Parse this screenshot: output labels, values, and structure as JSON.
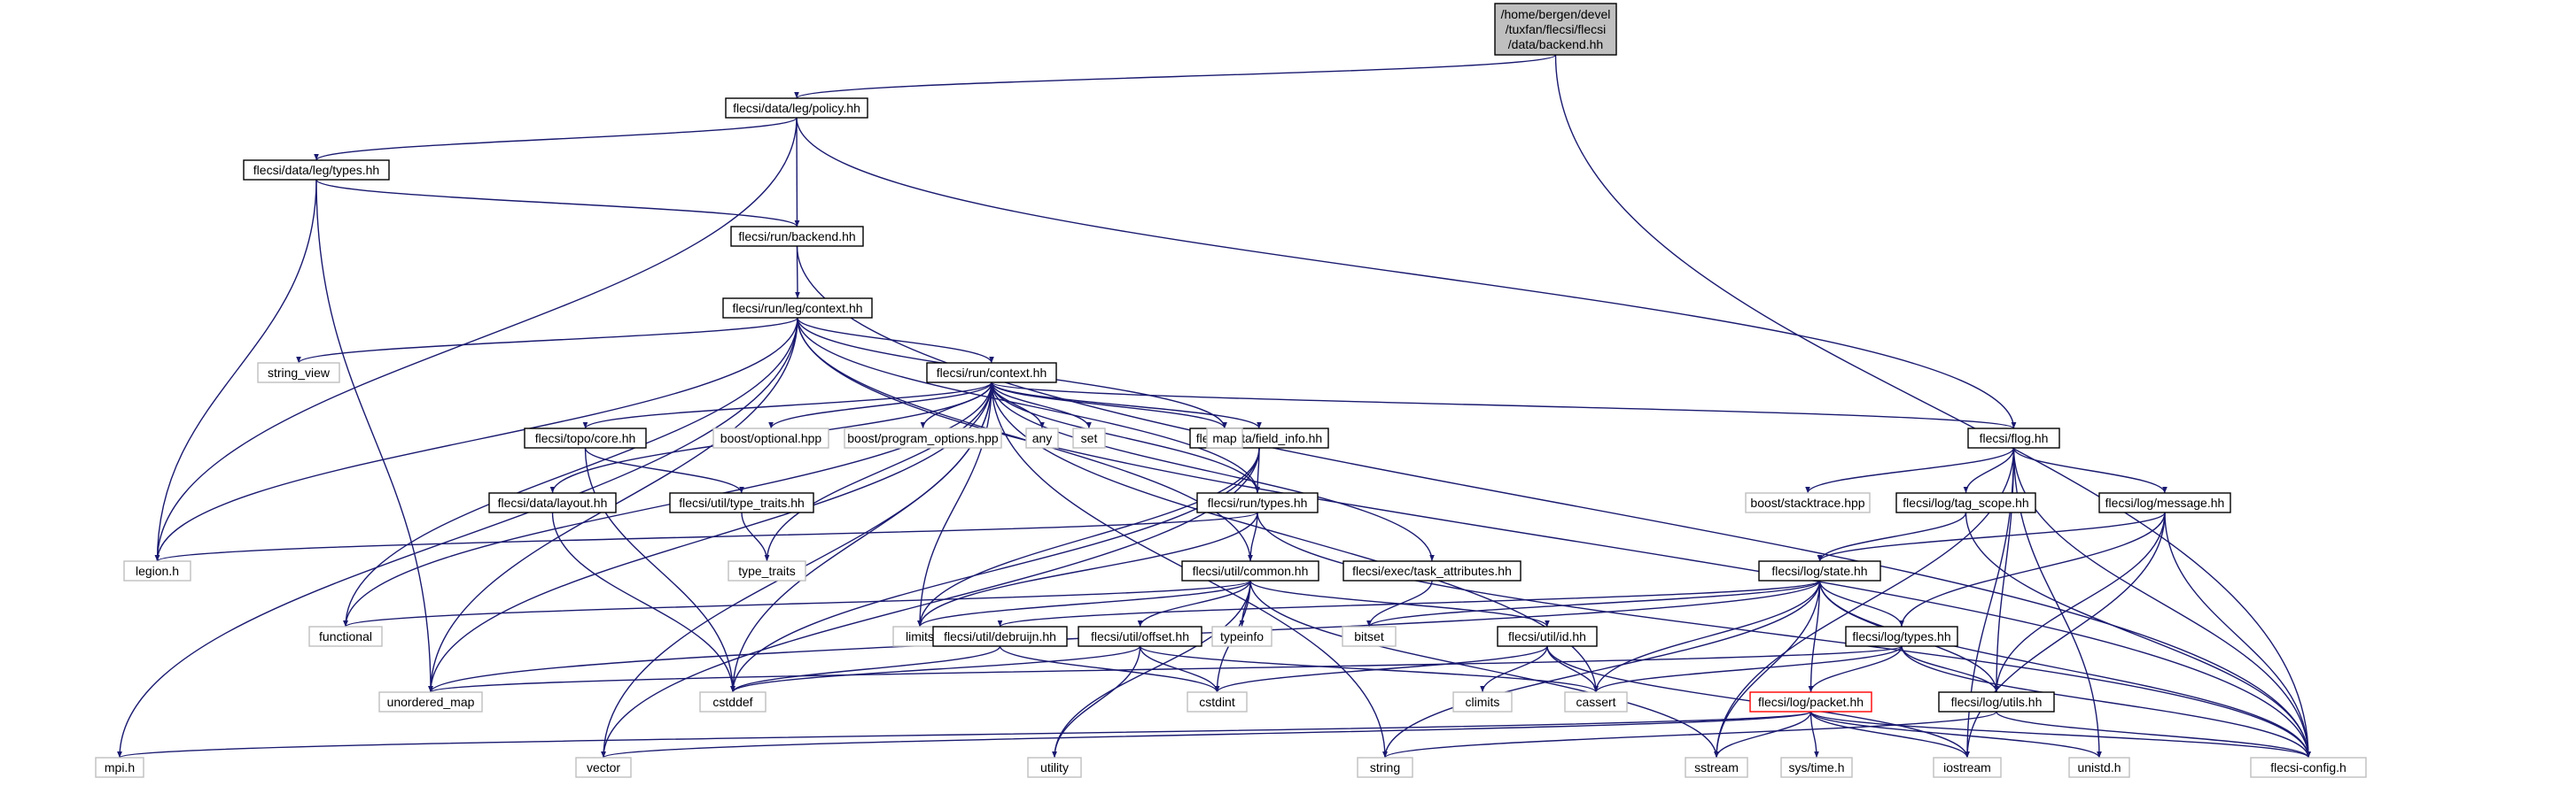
{
  "colors": {
    "edge": "#191970",
    "local_border": "#000000",
    "system_border": "#bfbfbf",
    "root_fill": "#bfbfbf",
    "truncated_border": "#ff0000"
  },
  "nodes": [
    {
      "id": "root",
      "lines": [
        "/home/bergen/devel",
        "/tuxfan/flecsi/flecsi",
        "/data/backend.hh"
      ],
      "kind": "root"
    },
    {
      "id": "leg_policy",
      "lines": [
        "flecsi/data/leg/policy.hh"
      ],
      "kind": "local"
    },
    {
      "id": "leg_types",
      "lines": [
        "flecsi/data/leg/types.hh"
      ],
      "kind": "local"
    },
    {
      "id": "run_backend",
      "lines": [
        "flecsi/run/backend.hh"
      ],
      "kind": "local"
    },
    {
      "id": "run_leg_context",
      "lines": [
        "flecsi/run/leg/context.hh"
      ],
      "kind": "local"
    },
    {
      "id": "string_view",
      "lines": [
        "string_view"
      ],
      "kind": "system"
    },
    {
      "id": "run_context",
      "lines": [
        "flecsi/run/context.hh"
      ],
      "kind": "local"
    },
    {
      "id": "topo_core",
      "lines": [
        "flecsi/topo/core.hh"
      ],
      "kind": "local"
    },
    {
      "id": "boost_optional",
      "lines": [
        "boost/optional.hpp"
      ],
      "kind": "system"
    },
    {
      "id": "boost_program_options",
      "lines": [
        "boost/program_options.hpp"
      ],
      "kind": "system"
    },
    {
      "id": "any",
      "lines": [
        "any"
      ],
      "kind": "system"
    },
    {
      "id": "set",
      "lines": [
        "set"
      ],
      "kind": "system"
    },
    {
      "id": "field_info",
      "lines": [
        "flecsi/data/field_info.hh"
      ],
      "kind": "local"
    },
    {
      "id": "map",
      "lines": [
        "map"
      ],
      "kind": "system"
    },
    {
      "id": "flog",
      "lines": [
        "flecsi/flog.hh"
      ],
      "kind": "local"
    },
    {
      "id": "data_layout",
      "lines": [
        "flecsi/data/layout.hh"
      ],
      "kind": "local"
    },
    {
      "id": "type_traits_hh",
      "lines": [
        "flecsi/util/type_traits.hh"
      ],
      "kind": "local"
    },
    {
      "id": "run_types",
      "lines": [
        "flecsi/run/types.hh"
      ],
      "kind": "local"
    },
    {
      "id": "boost_stacktrace",
      "lines": [
        "boost/stacktrace.hpp"
      ],
      "kind": "system"
    },
    {
      "id": "tag_scope",
      "lines": [
        "flecsi/log/tag_scope.hh"
      ],
      "kind": "local"
    },
    {
      "id": "log_message",
      "lines": [
        "flecsi/log/message.hh"
      ],
      "kind": "local"
    },
    {
      "id": "legion_h",
      "lines": [
        "legion.h"
      ],
      "kind": "system"
    },
    {
      "id": "type_traits",
      "lines": [
        "type_traits"
      ],
      "kind": "system"
    },
    {
      "id": "util_common",
      "lines": [
        "flecsi/util/common.hh"
      ],
      "kind": "local"
    },
    {
      "id": "task_attributes",
      "lines": [
        "flecsi/exec/task_attributes.hh"
      ],
      "kind": "local"
    },
    {
      "id": "log_state",
      "lines": [
        "flecsi/log/state.hh"
      ],
      "kind": "local"
    },
    {
      "id": "functional",
      "lines": [
        "functional"
      ],
      "kind": "system"
    },
    {
      "id": "limits",
      "lines": [
        "limits"
      ],
      "kind": "system"
    },
    {
      "id": "typeinfo",
      "lines": [
        "typeinfo"
      ],
      "kind": "system"
    },
    {
      "id": "bitset",
      "lines": [
        "bitset"
      ],
      "kind": "system"
    },
    {
      "id": "debruijn",
      "lines": [
        "flecsi/util/debruijn.hh"
      ],
      "kind": "local"
    },
    {
      "id": "util_offset",
      "lines": [
        "flecsi/util/offset.hh"
      ],
      "kind": "local"
    },
    {
      "id": "util_id",
      "lines": [
        "flecsi/util/id.hh"
      ],
      "kind": "local"
    },
    {
      "id": "log_types",
      "lines": [
        "flecsi/log/types.hh"
      ],
      "kind": "local"
    },
    {
      "id": "unordered_map",
      "lines": [
        "unordered_map"
      ],
      "kind": "system"
    },
    {
      "id": "cstddef",
      "lines": [
        "cstddef"
      ],
      "kind": "system"
    },
    {
      "id": "cstdint",
      "lines": [
        "cstdint"
      ],
      "kind": "system"
    },
    {
      "id": "climits",
      "lines": [
        "climits"
      ],
      "kind": "system"
    },
    {
      "id": "cassert",
      "lines": [
        "cassert"
      ],
      "kind": "system"
    },
    {
      "id": "utility",
      "lines": [
        "utility"
      ],
      "kind": "system"
    },
    {
      "id": "log_packet",
      "lines": [
        "flecsi/log/packet.hh"
      ],
      "kind": "trunc"
    },
    {
      "id": "log_utils",
      "lines": [
        "flecsi/log/utils.hh"
      ],
      "kind": "local"
    },
    {
      "id": "mpi_h",
      "lines": [
        "mpi.h"
      ],
      "kind": "system"
    },
    {
      "id": "vector",
      "lines": [
        "vector"
      ],
      "kind": "system"
    },
    {
      "id": "string",
      "lines": [
        "string"
      ],
      "kind": "system"
    },
    {
      "id": "sstream",
      "lines": [
        "sstream"
      ],
      "kind": "system"
    },
    {
      "id": "sys_time",
      "lines": [
        "sys/time.h"
      ],
      "kind": "system"
    },
    {
      "id": "iostream",
      "lines": [
        "iostream"
      ],
      "kind": "system"
    },
    {
      "id": "unistd",
      "lines": [
        "unistd.h"
      ],
      "kind": "system"
    },
    {
      "id": "flecsi_config",
      "lines": [
        "flecsi-config.h"
      ],
      "kind": "system"
    }
  ],
  "edges": [
    [
      "root",
      "leg_policy"
    ],
    [
      "root",
      "flecsi_config"
    ],
    [
      "leg_policy",
      "leg_types"
    ],
    [
      "leg_policy",
      "run_backend"
    ],
    [
      "leg_policy",
      "legion_h"
    ],
    [
      "leg_policy",
      "flog"
    ],
    [
      "leg_types",
      "run_backend"
    ],
    [
      "leg_types",
      "legion_h"
    ],
    [
      "leg_types",
      "unordered_map"
    ],
    [
      "run_backend",
      "run_leg_context"
    ],
    [
      "run_backend",
      "flecsi_config"
    ],
    [
      "run_leg_context",
      "string_view"
    ],
    [
      "run_leg_context",
      "run_context"
    ],
    [
      "run_leg_context",
      "map"
    ],
    [
      "run_leg_context",
      "legion_h"
    ],
    [
      "run_leg_context",
      "unordered_map"
    ],
    [
      "run_leg_context",
      "functional"
    ],
    [
      "run_leg_context",
      "mpi_h"
    ],
    [
      "run_leg_context",
      "run_types"
    ],
    [
      "run_leg_context",
      "util_common"
    ],
    [
      "run_leg_context",
      "flecsi_config"
    ],
    [
      "run_context",
      "topo_core"
    ],
    [
      "run_context",
      "boost_optional"
    ],
    [
      "run_context",
      "boost_program_options"
    ],
    [
      "run_context",
      "any"
    ],
    [
      "run_context",
      "set"
    ],
    [
      "run_context",
      "field_info"
    ],
    [
      "run_context",
      "map"
    ],
    [
      "run_context",
      "flog"
    ],
    [
      "run_context",
      "data_layout"
    ],
    [
      "run_context",
      "type_traits"
    ],
    [
      "run_context",
      "run_types"
    ],
    [
      "run_context",
      "task_attributes"
    ],
    [
      "run_context",
      "cassert"
    ],
    [
      "run_context",
      "functional"
    ],
    [
      "run_context",
      "unordered_map"
    ],
    [
      "run_context",
      "vector"
    ],
    [
      "run_context",
      "string"
    ],
    [
      "run_context",
      "limits"
    ],
    [
      "run_context",
      "cstddef"
    ],
    [
      "topo_core",
      "type_traits_hh"
    ],
    [
      "topo_core",
      "cstddef"
    ],
    [
      "type_traits_hh",
      "type_traits"
    ],
    [
      "data_layout",
      "cstddef"
    ],
    [
      "field_info",
      "run_types"
    ],
    [
      "field_info",
      "cstddef"
    ],
    [
      "field_info",
      "limits"
    ],
    [
      "field_info",
      "vector"
    ],
    [
      "run_types",
      "legion_h"
    ],
    [
      "run_types",
      "util_common"
    ],
    [
      "run_types",
      "flecsi_config"
    ],
    [
      "run_types",
      "limits"
    ],
    [
      "flog",
      "boost_stacktrace"
    ],
    [
      "flog",
      "tag_scope"
    ],
    [
      "flog",
      "log_message"
    ],
    [
      "flog",
      "flecsi_config"
    ],
    [
      "flog",
      "log_utils"
    ],
    [
      "flog",
      "sstream"
    ],
    [
      "flog",
      "iostream"
    ],
    [
      "flog",
      "unistd"
    ],
    [
      "tag_scope",
      "log_state"
    ],
    [
      "tag_scope",
      "flecsi_config"
    ],
    [
      "log_message",
      "log_state"
    ],
    [
      "log_message",
      "log_types"
    ],
    [
      "log_message",
      "log_utils"
    ],
    [
      "log_message",
      "iostream"
    ],
    [
      "log_message",
      "flecsi_config"
    ],
    [
      "util_common",
      "functional"
    ],
    [
      "util_common",
      "limits"
    ],
    [
      "util_common",
      "typeinfo"
    ],
    [
      "util_common",
      "util_offset"
    ],
    [
      "util_common",
      "util_id"
    ],
    [
      "util_common",
      "cstdint"
    ],
    [
      "util_common",
      "sstream"
    ],
    [
      "util_common",
      "utility"
    ],
    [
      "task_attributes",
      "bitset"
    ],
    [
      "log_state",
      "bitset"
    ],
    [
      "log_state",
      "log_types"
    ],
    [
      "log_state",
      "log_packet"
    ],
    [
      "log_state",
      "log_utils"
    ],
    [
      "log_state",
      "cassert"
    ],
    [
      "log_state",
      "string"
    ],
    [
      "log_state",
      "sstream"
    ],
    [
      "log_state",
      "debruijn"
    ],
    [
      "log_state",
      "flecsi_config"
    ],
    [
      "log_state",
      "unordered_map"
    ],
    [
      "debruijn",
      "cstddef"
    ],
    [
      "debruijn",
      "cstdint"
    ],
    [
      "util_offset",
      "cstddef"
    ],
    [
      "util_offset",
      "cstdint"
    ],
    [
      "util_offset",
      "utility"
    ],
    [
      "util_offset",
      "cassert"
    ],
    [
      "util_id",
      "climits"
    ],
    [
      "util_id",
      "cassert"
    ],
    [
      "util_id",
      "cstdint"
    ],
    [
      "util_id",
      "iostream"
    ],
    [
      "log_types",
      "log_packet"
    ],
    [
      "log_types",
      "log_utils"
    ],
    [
      "log_types",
      "cassert"
    ],
    [
      "log_types",
      "unordered_map"
    ],
    [
      "log_types",
      "flecsi_config"
    ],
    [
      "log_packet",
      "mpi_h"
    ],
    [
      "log_packet",
      "vector"
    ],
    [
      "log_packet",
      "sstream"
    ],
    [
      "log_packet",
      "sys_time"
    ],
    [
      "log_packet",
      "iostream"
    ],
    [
      "log_packet",
      "unistd"
    ],
    [
      "log_packet",
      "flecsi_config"
    ],
    [
      "log_utils",
      "string"
    ],
    [
      "log_utils",
      "flecsi_config"
    ]
  ]
}
